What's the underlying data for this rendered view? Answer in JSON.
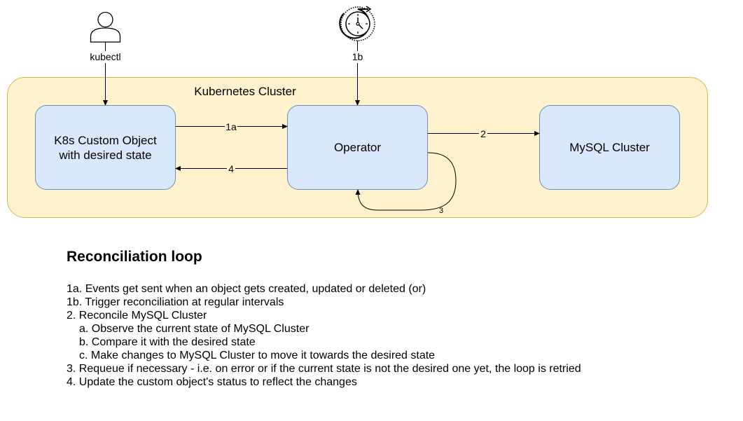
{
  "actors": {
    "user_label": "kubectl",
    "timer_label": "1b"
  },
  "cluster": {
    "label": "Kubernetes Cluster"
  },
  "nodes": {
    "custom_object": {
      "line1": "K8s Custom Object",
      "line2": "with desired state"
    },
    "operator": {
      "label": "Operator"
    },
    "mysql": {
      "label": "MySQL Cluster"
    }
  },
  "edges": {
    "e1a": "1a",
    "e2": "2",
    "e3": "3",
    "e4": "4"
  },
  "colors": {
    "cluster_fill": "#fff2cc",
    "cluster_stroke": "#d6b656",
    "node_fill": "#dae8fc",
    "node_stroke": "#6c8ebf"
  },
  "notes": {
    "title": "Reconciliation loop",
    "items": [
      "1a. Events get sent when an object gets created, updated or deleted (or)",
      "1b. Trigger reconciliation at regular intervals",
      "2. Reconcile MySQL Cluster",
      "a. Observe the current state of MySQL Cluster",
      "b. Compare it with the desired state",
      "c. Make changes to MySQL Cluster to move it towards the desired state",
      "3. Requeue if necessary - i.e. on error or if the current state is not the desired one yet, the loop is retried",
      "4. Update the custom object's status to reflect the changes"
    ]
  }
}
